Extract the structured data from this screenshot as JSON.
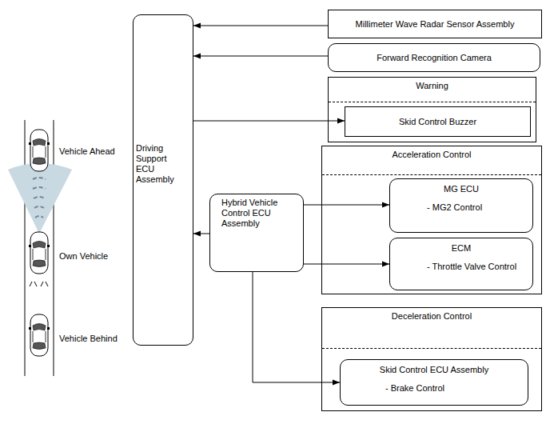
{
  "diagram": {
    "nodes": [
      {
        "text": [
          "Millimeter Wave Radar Sensor Assembly"
        ]
      },
      {
        "text": [
          "Forward Recognition Camera"
        ]
      },
      {
        "text": [
          "Warning"
        ]
      },
      {
        "text": [
          "Skid Control Buzzer"
        ],
        "in": 2
      },
      {
        "text": [
          "Driving Support ECU Assembly"
        ]
      },
      {
        "text": [
          "Acceleration Control"
        ]
      },
      {
        "text": [
          "Hybrid Vehicle Control ECU Assembly"
        ]
      },
      {
        "text": [
          "MG ECU",
          "- MG2 Control"
        ],
        "in": 5
      },
      {
        "text": [
          "ECM",
          "- Throttle Valve Control"
        ],
        "in": 5
      },
      {
        "text": [
          "Deceleration Control"
        ]
      },
      {
        "text": [
          "Skid Control ECU Assembly",
          "- Brake Control"
        ],
        "in": 9
      }
    ],
    "edges": [
      {
        "from": 0,
        "to": 4,
        "arrow": "to"
      },
      {
        "from": 1,
        "to": 4,
        "arrow": "to"
      },
      {
        "from": 4,
        "to": 3,
        "arrow": "to"
      },
      {
        "from": 6,
        "to": 4,
        "arrow": "to"
      },
      {
        "from": 6,
        "to": 7,
        "arrow": "to"
      },
      {
        "from": 6,
        "to": 8,
        "arrow": "to"
      },
      {
        "from": 6,
        "to": 10,
        "arrow": "to"
      }
    ],
    "labels": [
      "Vehicle Ahead",
      "Own Vehicle",
      "Vehicle Behind"
    ]
  }
}
